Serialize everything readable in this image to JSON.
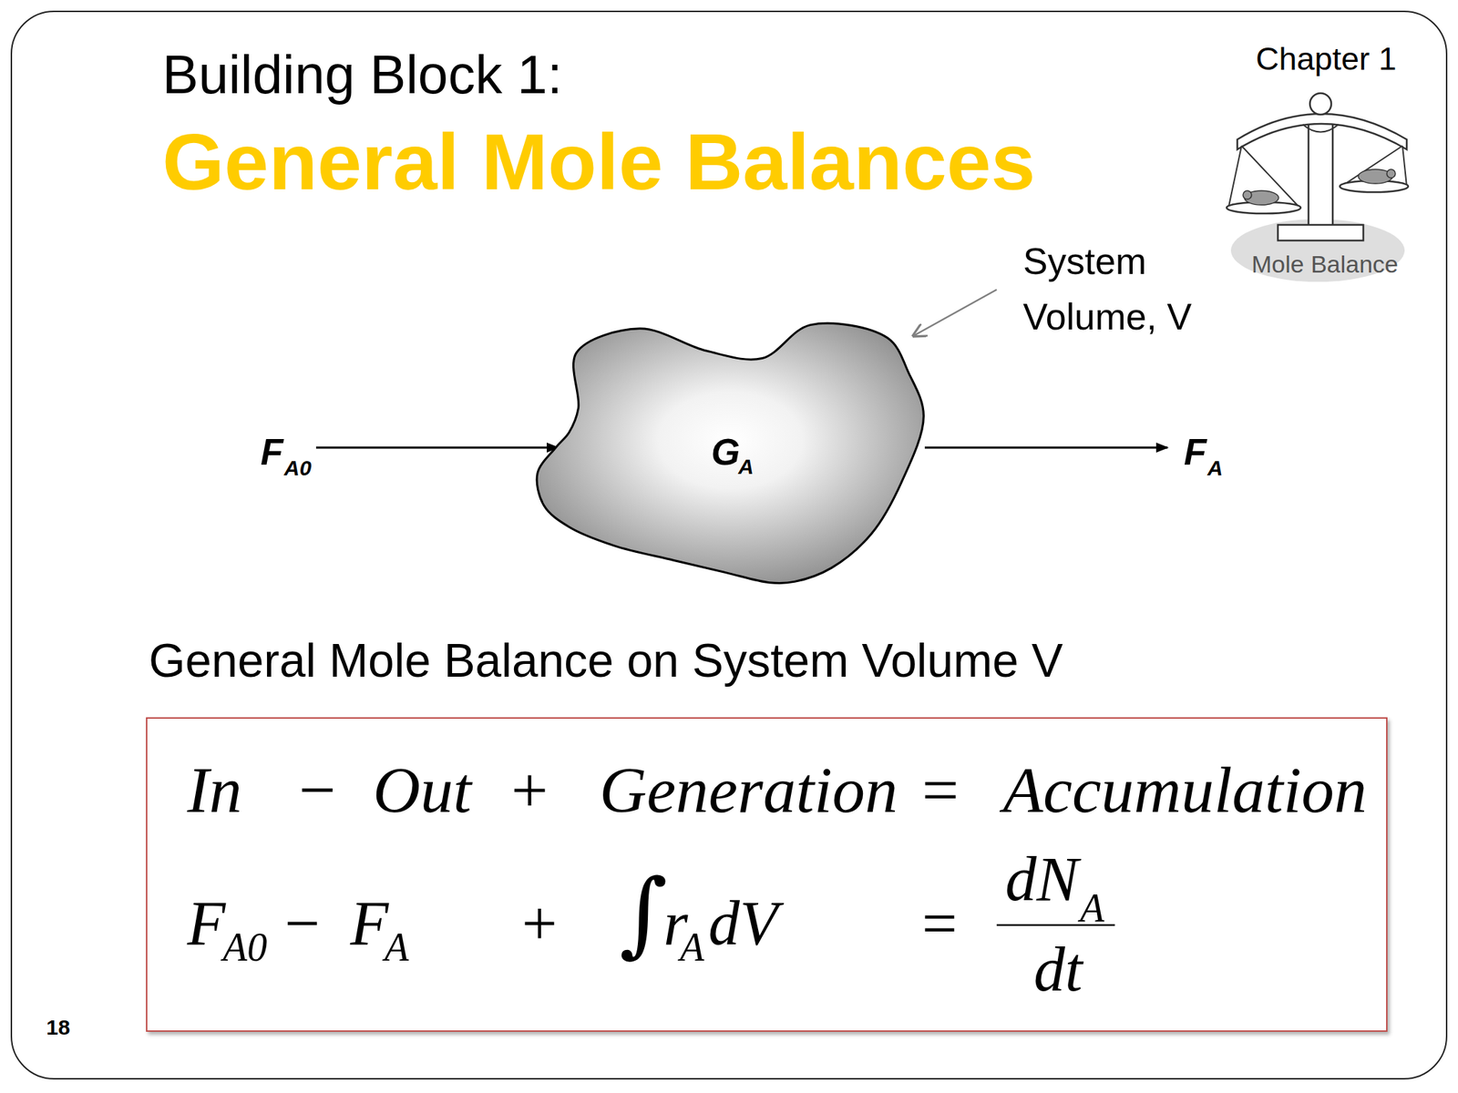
{
  "diagram": {
    "title": "General Mole Balances",
    "nodes": [
      {
        "text": [
          "G",
          "A"
        ]
      },
      {
        "text": [
          "In",
          "−",
          "Out",
          "+",
          "Generation",
          "=",
          "Accumulation",
          "F",
          "A0",
          "−",
          "F",
          "A",
          "+",
          "∫",
          "r",
          "A",
          "dV",
          "=",
          "dN",
          "A",
          "dt"
        ]
      }
    ],
    "labels": [
      "Building Block 1:",
      "Chapter 1",
      "Mole Balance",
      "System Volume, V",
      "F",
      "A0",
      "F",
      "A",
      "General Mole Balance on System Volume V",
      "18"
    ]
  }
}
